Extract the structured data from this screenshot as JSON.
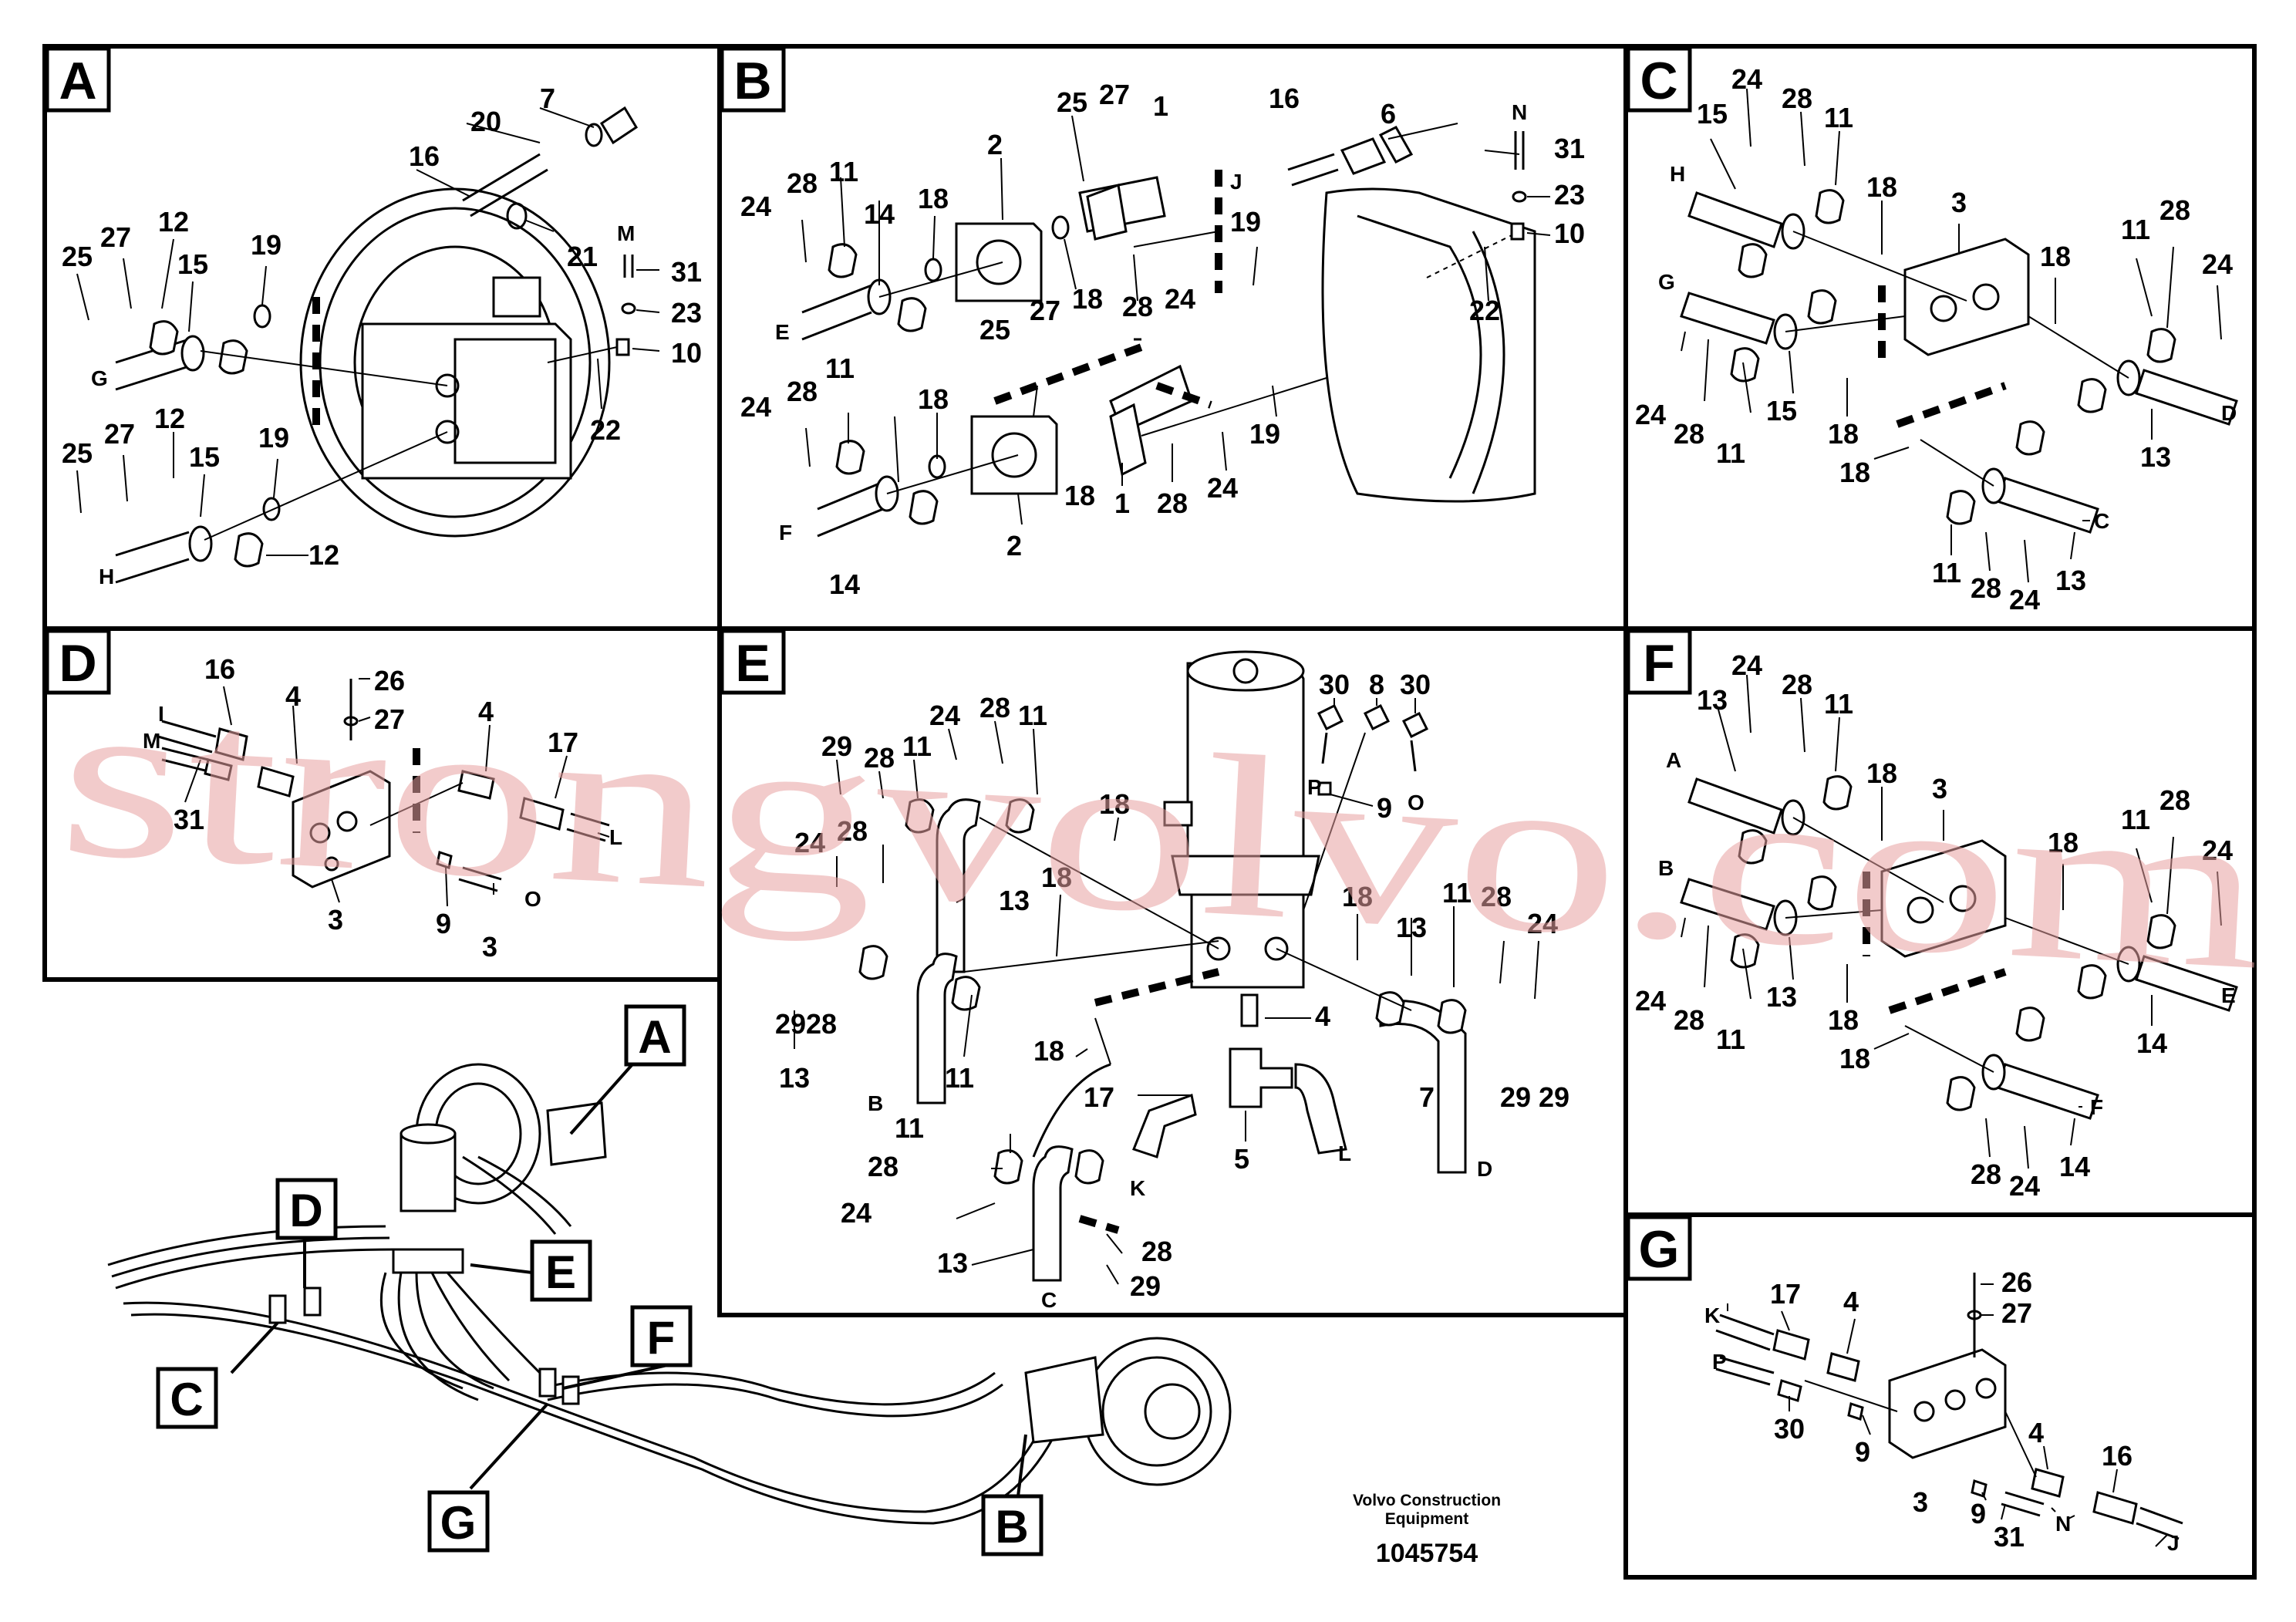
{
  "panels": {
    "A": {
      "title": "A",
      "labels": [
        "7",
        "20",
        "16",
        "21",
        "12",
        "27",
        "25",
        "15",
        "19",
        "G",
        "M",
        "31",
        "23",
        "10",
        "22",
        "12",
        "27",
        "25",
        "15",
        "19",
        "H",
        "12"
      ]
    },
    "B": {
      "title": "B",
      "labels": [
        "25",
        "27",
        "1",
        "2",
        "11",
        "28",
        "24",
        "14",
        "18",
        "E",
        "18",
        "28",
        "24",
        "16",
        "J",
        "6",
        "N",
        "31",
        "23",
        "10",
        "19",
        "22",
        "25",
        "27",
        "11",
        "28",
        "24",
        "18",
        "F",
        "14",
        "18",
        "2",
        "1",
        "28",
        "24",
        "19"
      ]
    },
    "C": {
      "title": "C",
      "labels": [
        "24",
        "28",
        "11",
        "15",
        "H",
        "18",
        "3",
        "28",
        "11",
        "18",
        "24",
        "G",
        "24",
        "28",
        "11",
        "15",
        "18",
        "D",
        "13",
        "18",
        "C",
        "11",
        "28",
        "24",
        "13"
      ]
    },
    "D": {
      "title": "D",
      "labels": [
        "16",
        "I",
        "M",
        "4",
        "26",
        "27",
        "4",
        "17",
        "31",
        "L",
        "3",
        "9",
        "3",
        "O"
      ]
    },
    "E": {
      "title": "E",
      "labels": [
        "30",
        "8",
        "30",
        "24",
        "28",
        "11",
        "29",
        "28",
        "11",
        "18",
        "P",
        "9",
        "O",
        "24",
        "28",
        "13",
        "18",
        "18",
        "11",
        "28",
        "24",
        "13",
        "29",
        "28",
        "13",
        "B",
        "11",
        "18",
        "4",
        "17",
        "5",
        "L",
        "7",
        "D",
        "29",
        "29",
        "11",
        "28",
        "24",
        "13",
        "C",
        "K",
        "28",
        "29"
      ]
    },
    "F": {
      "title": "F",
      "labels": [
        "24",
        "28",
        "11",
        "13",
        "A",
        "18",
        "3",
        "28",
        "11",
        "18",
        "24",
        "B",
        "24",
        "28",
        "11",
        "13",
        "18",
        "E",
        "14",
        "18",
        "F",
        "28",
        "24",
        "14"
      ]
    },
    "G": {
      "title": "G",
      "labels": [
        "26",
        "27",
        "17",
        "K",
        "4",
        "P",
        "30",
        "9",
        "4",
        "16",
        "3",
        "9",
        "31",
        "N",
        "J"
      ]
    }
  },
  "overview": {
    "callouts": [
      "A",
      "D",
      "E",
      "C",
      "F",
      "G",
      "B"
    ]
  },
  "footer": {
    "company": "Volvo Construction",
    "company2": "Equipment",
    "drawing_id": "1045754"
  },
  "watermark": "strongvolvo.com",
  "colors": {
    "line": "#000000",
    "watermark": "#e8a0a0",
    "background": "#ffffff"
  }
}
